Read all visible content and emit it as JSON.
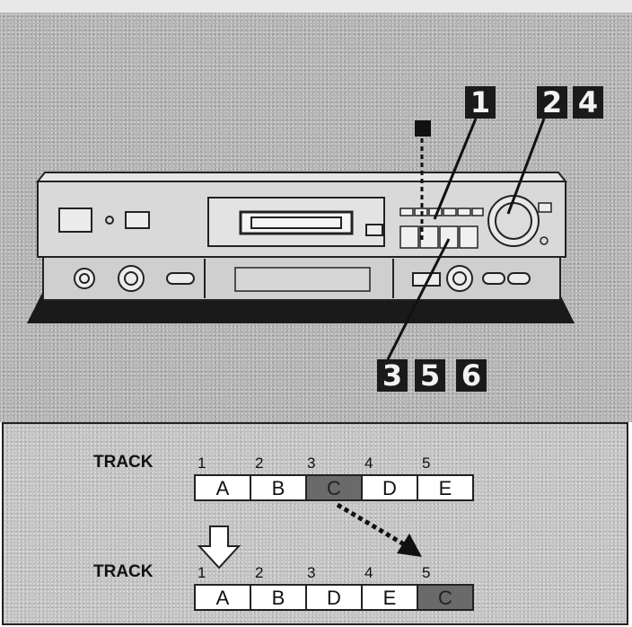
{
  "callouts": {
    "one": "1",
    "two": "2",
    "four": "4",
    "three": "3",
    "five": "5",
    "six": "6"
  },
  "before": {
    "track_label": "TRACK",
    "numbers": [
      "1",
      "2",
      "3",
      "4",
      "5"
    ],
    "cells": [
      "A",
      "B",
      "C",
      "D",
      "E"
    ],
    "highlighted_index": 2
  },
  "after": {
    "track_label": "TRACK",
    "numbers": [
      "1",
      "2",
      "3",
      "4",
      "5"
    ],
    "cells": [
      "A",
      "B",
      "D",
      "E",
      "C"
    ],
    "highlighted_index": 4
  },
  "colors": {
    "badge": "#1a1a1a",
    "highlight": "#6a6a6a",
    "panel": "#b5b5b5"
  }
}
